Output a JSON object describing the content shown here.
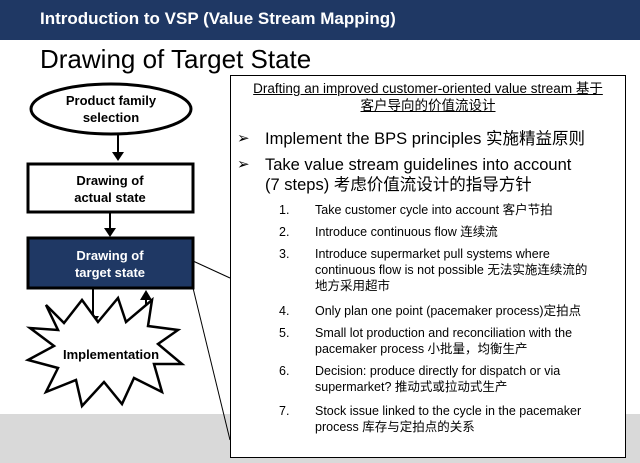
{
  "header": {
    "title": "Introduction to VSP (Value Stream Mapping)"
  },
  "page_title": "Drawing of Target State",
  "flow": {
    "product_family": [
      "Product family",
      "selection"
    ],
    "actual_state": [
      "Drawing of",
      "actual state"
    ],
    "target_state": [
      "Drawing of",
      "target state"
    ],
    "implementation": "Implementation"
  },
  "panel": {
    "intro": [
      "Drafting an improved customer-oriented value stream 基于",
      "客户导向的价值流设计"
    ],
    "bullets": [
      {
        "marker": "➢",
        "lines": [
          "Implement the BPS principles 实施精益原则"
        ]
      },
      {
        "marker": "➢",
        "lines": [
          "Take value stream guidelines into account",
          "(7 steps) 考虑价值流设计的指导方针"
        ]
      }
    ],
    "steps": [
      {
        "num": "1.",
        "lines": [
          "Take customer cycle into account 客户节拍"
        ]
      },
      {
        "num": "2.",
        "lines": [
          "Introduce continuous  flow 连续流"
        ]
      },
      {
        "num": "3.",
        "lines": [
          "Introduce supermarket pull systems where",
          "continuous  flow is not possible 无法实施连续流的",
          "地方采用超市"
        ]
      },
      {
        "num": "4.",
        "lines": [
          "Only plan one point (pacemaker process)定拍点"
        ]
      },
      {
        "num": "5.",
        "lines": [
          "Small lot production and reconciliation  with the",
          "pacemaker process 小批量，均衡生产"
        ]
      },
      {
        "num": "6.",
        "lines": [
          "Decision:  produce directly for dispatch or via",
          "supermarket? 推动式或拉动式生产"
        ]
      },
      {
        "num": "7.",
        "lines": [
          "Stock issue linked to the cycle in the pacemaker",
          "process 库存与定拍点的关系"
        ]
      }
    ]
  },
  "colors": {
    "header_bg": "#1f3864",
    "target_box": "#1f3864",
    "bottom_band": "#d9d9d9"
  }
}
